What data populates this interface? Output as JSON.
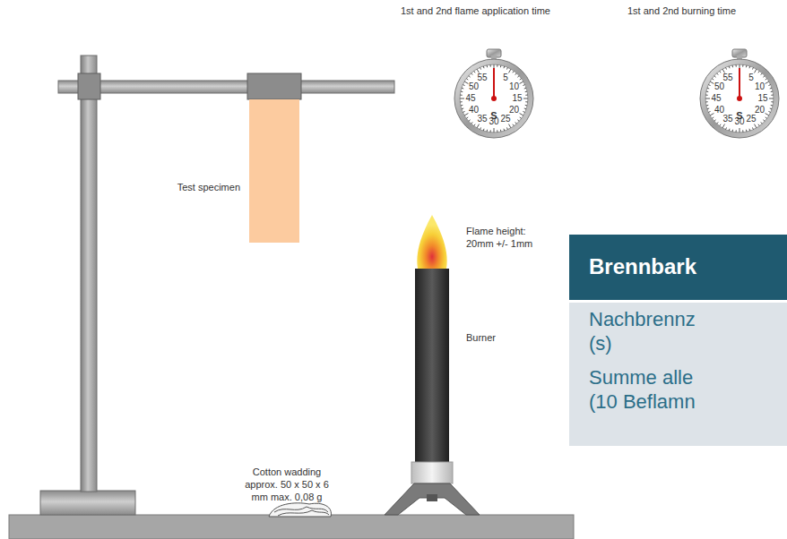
{
  "diagram": {
    "nodes": [
      {
        "text": [
          "Brennbark"
        ]
      },
      {
        "text": [
          "Nachbrennz (s)"
        ]
      },
      {
        "text": [
          "Summe alle (10 Beflamn"
        ]
      }
    ],
    "labels": [
      "1st and 2nd flame application time",
      "1st and 2nd burning time",
      "Test specimen",
      "Flame height: 20mm +/- 1mm",
      "Burner",
      "Cotton wadding approx. 50 x 50 x 6 mm max. 0,08 g",
      "55",
      "5",
      "10",
      "15",
      "20",
      "25",
      "30",
      "35",
      "40",
      "45",
      "50",
      "S",
      "55",
      "5",
      "10",
      "15",
      "20",
      "25",
      "30",
      "35",
      "40",
      "45",
      "50",
      "S"
    ]
  }
}
